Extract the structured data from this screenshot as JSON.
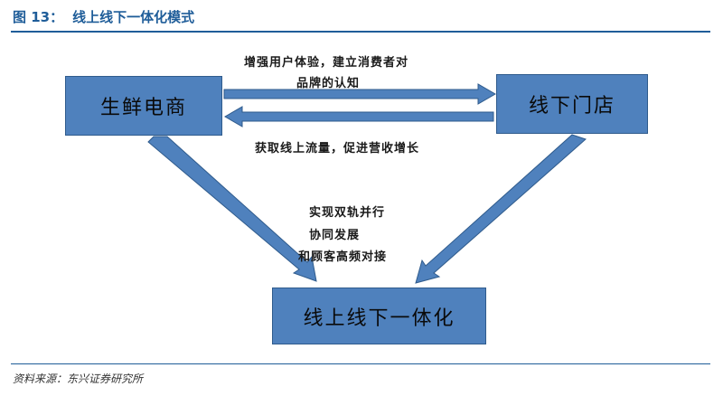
{
  "figure": {
    "number": "图 13：",
    "title": "线上线下一体化模式"
  },
  "nodes": {
    "fresh_ecommerce": "生鲜电商",
    "offline_store": "线下门店",
    "integration": "线上线下一体化"
  },
  "edges": {
    "online_to_offline_line1": "增强用户体验，建立消费者对",
    "online_to_offline_line2": "品牌的认知",
    "offline_to_online": "获取线上流量，促进营收增长",
    "convergence": [
      "实现双轨并行",
      "协同发展",
      "和顾客高频对接"
    ]
  },
  "source": "资料来源：东兴证券研究所",
  "colors": {
    "title_blue": "#1f5d99",
    "box_fill": "#4f81bd",
    "arrow_fill": "#4f81bd"
  }
}
